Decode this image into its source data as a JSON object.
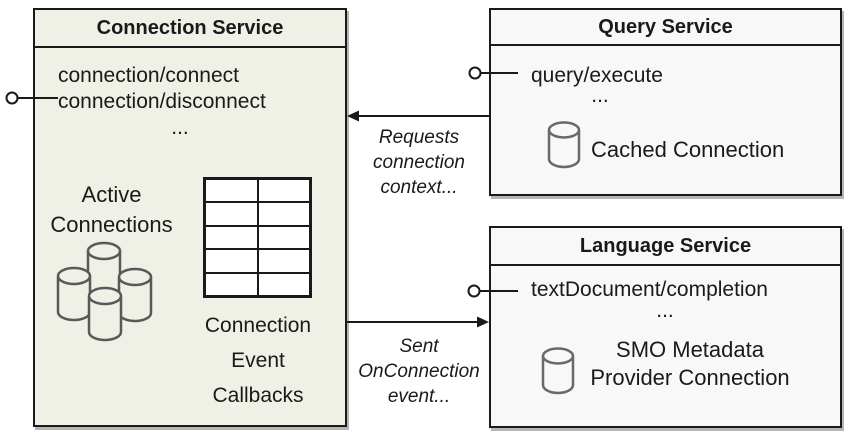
{
  "connection_service": {
    "title": "Connection Service",
    "methods": [
      "connection/connect",
      "connection/disconnect"
    ],
    "ellipsis": "...",
    "active_connections": [
      "Active",
      "Connections"
    ],
    "callbacks_label": [
      "Connection",
      "Event",
      "Callbacks"
    ],
    "callbacks_table": {
      "rows": 5,
      "cols": 2
    }
  },
  "query_service": {
    "title": "Query Service",
    "methods": [
      "query/execute"
    ],
    "ellipsis": "...",
    "connection_label": "Cached Connection"
  },
  "language_service": {
    "title": "Language Service",
    "methods": [
      "textDocument/completion"
    ],
    "ellipsis": "...",
    "connection_label": [
      "SMO Metadata",
      "Provider Connection"
    ]
  },
  "arrows": {
    "requests_label": [
      "Requests",
      "connection",
      "context..."
    ],
    "sent_label": [
      "Sent",
      "OnConnection",
      "event..."
    ]
  },
  "icons": [
    "lollipop-interface-icon",
    "database-cluster-icon",
    "database-icon",
    "table-grid"
  ],
  "colors": {
    "connection_service_bg": "#eff1e6",
    "service_bg": "#f8f8f8",
    "border": "#1a1a1a",
    "cylinder_stroke": "#595959",
    "shadow": "#b5b5b5"
  }
}
